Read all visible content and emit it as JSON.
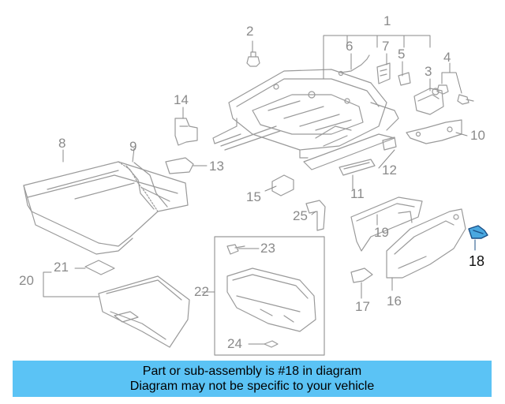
{
  "callouts": {
    "c1": "1",
    "c2": "2",
    "c3": "3",
    "c4": "4",
    "c5": "5",
    "c6": "6",
    "c7": "7",
    "c8": "8",
    "c9": "9",
    "c10": "10",
    "c11": "11",
    "c12": "12",
    "c13": "13",
    "c14": "14",
    "c15": "15",
    "c16": "16",
    "c17": "17",
    "c18": "18",
    "c19": "19",
    "c20": "20",
    "c21": "21",
    "c22": "22",
    "c23": "23",
    "c24": "24",
    "c25": "25"
  },
  "highlight": {
    "part": "18",
    "color": "#4aa8e0"
  },
  "banner": {
    "line1": "Part or sub-assembly is #18 in diagram",
    "line2": "Diagram may not be specific to your vehicle",
    "color": "#5bc3f5"
  }
}
